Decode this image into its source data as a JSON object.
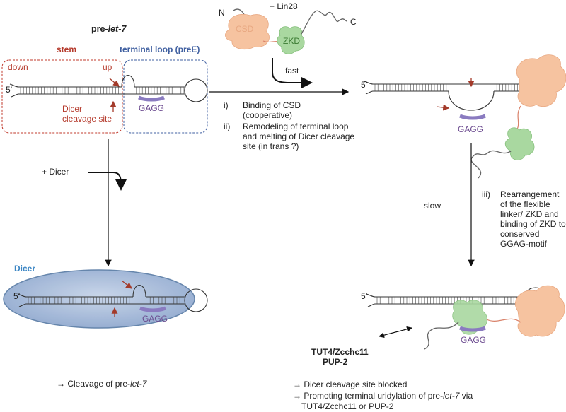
{
  "header": {
    "title_prefix": "pre-",
    "title_italic": "let-7",
    "lin28": "+ Lin28",
    "n_term": "N",
    "c_term": "C",
    "csd": "CSD",
    "zkd": "ZKD"
  },
  "labels": {
    "stem": "stem",
    "terminal_loop": "terminal loop (preE)",
    "down": "down",
    "up": "up",
    "dicer_cleavage_site": "Dicer\ncleavage site",
    "five_prime": "5’",
    "gagg": "GAGG",
    "fast": "fast",
    "slow": "slow",
    "plus_dicer": "+ Dicer",
    "dicer": "Dicer"
  },
  "steps": {
    "i_num": "i)",
    "i_text": "Binding of CSD (cooperative)",
    "ii_num": "ii)",
    "ii_text": "Remodeling of terminal loop and melting of Dicer cleavage site (in trans ?)",
    "iii_num": "iii)",
    "iii_text": "Rearrangement of the flexible linker/ ZKD and binding of ZKD to conserved GGAG-motif"
  },
  "outcomes": {
    "cleavage_arrow": "→ Cleavage of pre-",
    "cleavage_italic": "let-7",
    "tut4": "TUT4/Zcchc11",
    "pup2": "PUP-2",
    "blocked": "→ Dicer cleavage site blocked",
    "promoting_prefix": "→ Promoting terminal uridylation of pre-",
    "promoting_italic": "let-7",
    "promoting_suffix": " via",
    "promoting_line2": "TUT4/Zcchc11 or PUP-2"
  },
  "colors": {
    "stem_red": "#b53a2c",
    "loop_blue": "#3f5fa0",
    "csd_orange": "#f6c3a0",
    "zkd_green": "#a9d8a0",
    "gagg_purple": "#8a7bc0",
    "dicer_fill": "#a9bedb",
    "dicer_label": "#3c86c4"
  }
}
